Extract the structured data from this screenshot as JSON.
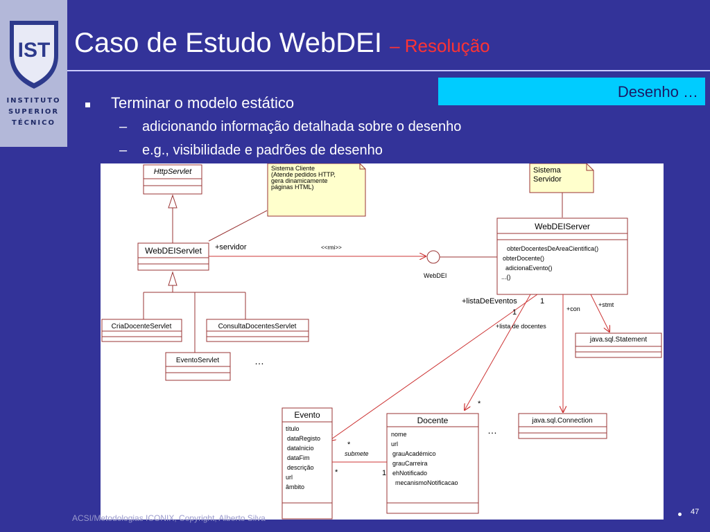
{
  "logo": {
    "lines": [
      "INSTITUTO",
      "SUPERIOR",
      "TÉCNICO"
    ]
  },
  "title": {
    "main": "Caso de Estudo WebDEI",
    "sub": "– Resolução"
  },
  "tag": "Desenho …",
  "bullets": {
    "main": "Terminar o modelo estático",
    "sub1": "adicionando informação detalhada sobre o desenho",
    "sub2": "e.g., visibilidade e padrões de desenho"
  },
  "diagram": {
    "note_client": [
      "Sistema Cliente",
      "(Atende pedidos HTTP,",
      "gera dinamicamente",
      "páginas HTML)"
    ],
    "note_server": [
      "Sistema",
      "Servidor"
    ],
    "httpservlet": "HttpServlet",
    "webdeiservlet": "WebDEIServlet",
    "criadocente": "CriaDocenteServlet",
    "consultadocentes": "ConsultaDocentesServlet",
    "eventoservlet": "EventoServlet",
    "ellipsis_left": "…",
    "webdeiserver": "WebDEIServer",
    "server_methods": [
      "obterDocentesDeAreaCientifica()",
      "obterDocente()",
      "adicionaEvento()",
      "...()"
    ],
    "interface_label": "WebDEI",
    "assoc_servidor": "+servidor",
    "assoc_rmi": "<<rmi>>",
    "listaDeEventos": "+listaDeEventos",
    "mult_1a": "1",
    "mult_1b": "1",
    "listaDocentes": "+lista de docentes",
    "con": "+con",
    "stmt": "+stmt",
    "statement": "java.sql.Statement",
    "connection": "java.sql.Connection",
    "mult_star_docente": "*",
    "evento": "Evento",
    "evento_attrs": [
      "título",
      "dataRegisto",
      "dataInicio",
      "dataFim",
      "descrição",
      "url",
      "âmbito"
    ],
    "docente": "Docente",
    "docente_attrs": [
      "nome",
      "url",
      "grauAcadémico",
      "grauCarreira",
      "ehNotificado",
      "mecanismoNotificacao"
    ],
    "ellipsis_right": "…",
    "submete_star_top": "*",
    "submete": "submete",
    "submete_star_bottom": "*",
    "submete_one": "1"
  },
  "footer": "ACSI/Metodologias ICONIX, Copyright, Alberto Silva",
  "page": "47"
}
